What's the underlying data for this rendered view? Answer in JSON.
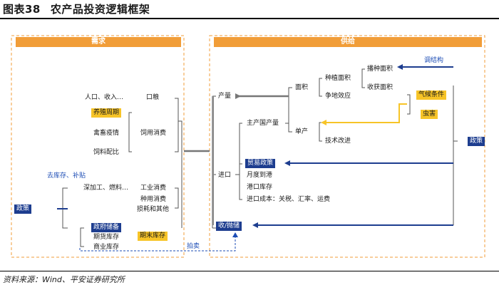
{
  "figure": {
    "number": "图表38",
    "title": "农产品投资逻辑框架"
  },
  "demand": {
    "header": "需求",
    "items": {
      "population_income": "人口、收入…",
      "ration": "口粮",
      "breeding_cycle": "养殖周期",
      "livestock_disease": "禽畜疫情",
      "feed_use": "饲用消费",
      "feed_ratio": "饲料配比",
      "destock_subsidy": "去库存、补贴",
      "deep_processing": "深加工、燃料…",
      "industrial_use": "工业消费",
      "seed_use": "种用消费",
      "loss_other": "损耗和其他",
      "policy": "政策",
      "gov_reserve": "政府储备",
      "futures_stock": "期货库存",
      "commercial_stock": "商业库存",
      "ending_stock": "期末库存"
    }
  },
  "supply": {
    "header": "供给",
    "items": {
      "restructure": "调结构",
      "output": "产量",
      "area": "面积",
      "planting_area": "种植面积",
      "sowing_area": "播种面积",
      "harvest_area": "收获面积",
      "land_competition": "争地效应",
      "weather": "气候条件",
      "pests": "虫害",
      "producer_output": "主产国产量",
      "yield": "单产",
      "tech_improvement": "技术改进",
      "policy": "政策",
      "trade_policy": "贸易政策",
      "import": "进口",
      "monthly_arrival": "月度到港",
      "port_stock": "港口库存",
      "import_cost": "进口成本：关税、汇率、运费",
      "purchase_auction": "收/抛储"
    }
  },
  "auction": "拍卖",
  "source": "资料来源：Wind、平安证券研究所",
  "colors": {
    "orange": "#f19d38",
    "yellow": "#f7c427",
    "navy": "#1d3d8f",
    "blue": "#1d4db5",
    "gray": "#555555"
  }
}
